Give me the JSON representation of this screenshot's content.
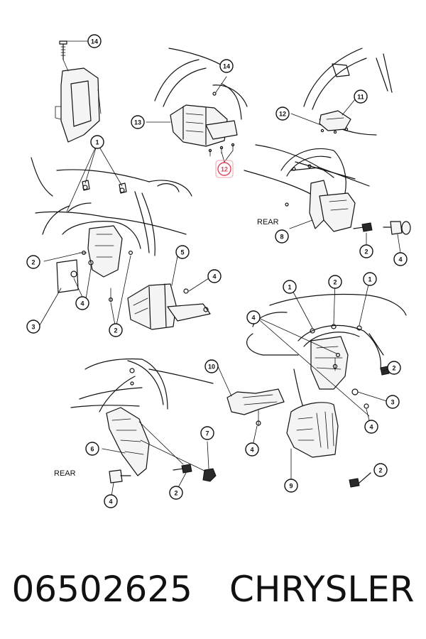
{
  "diagram": {
    "labels": {
      "rear_left": "REAR",
      "rear_right": "REAR"
    },
    "callouts": [
      {
        "id": "c14a",
        "number": "14"
      },
      {
        "id": "c14b",
        "number": "14"
      },
      {
        "id": "c13",
        "number": "13"
      },
      {
        "id": "c12a",
        "number": "12",
        "highlighted": true
      },
      {
        "id": "c11",
        "number": "11"
      },
      {
        "id": "c12b",
        "number": "12"
      },
      {
        "id": "c1a",
        "number": "1"
      },
      {
        "id": "c8",
        "number": "8"
      },
      {
        "id": "c2a",
        "number": "2"
      },
      {
        "id": "c4a",
        "number": "4"
      },
      {
        "id": "c5",
        "number": "5"
      },
      {
        "id": "c2b",
        "number": "2"
      },
      {
        "id": "c4b",
        "number": "4"
      },
      {
        "id": "c4c",
        "number": "4"
      },
      {
        "id": "c3a",
        "number": "3"
      },
      {
        "id": "c2c",
        "number": "2"
      },
      {
        "id": "c1b",
        "number": "1"
      },
      {
        "id": "c2d",
        "number": "2"
      },
      {
        "id": "c1c",
        "number": "1"
      },
      {
        "id": "c4d",
        "number": "4"
      },
      {
        "id": "c2e",
        "number": "2"
      },
      {
        "id": "c10",
        "number": "10"
      },
      {
        "id": "c3b",
        "number": "3"
      },
      {
        "id": "c4e",
        "number": "4"
      },
      {
        "id": "c4f",
        "number": "4"
      },
      {
        "id": "c7",
        "number": "7"
      },
      {
        "id": "c6",
        "number": "6"
      },
      {
        "id": "c2f",
        "number": "2"
      },
      {
        "id": "c4g",
        "number": "4"
      },
      {
        "id": "c2g",
        "number": "2"
      },
      {
        "id": "c9",
        "number": "9"
      }
    ]
  },
  "footer": {
    "part_number": "06502625",
    "brand": "CHRYSLER"
  }
}
